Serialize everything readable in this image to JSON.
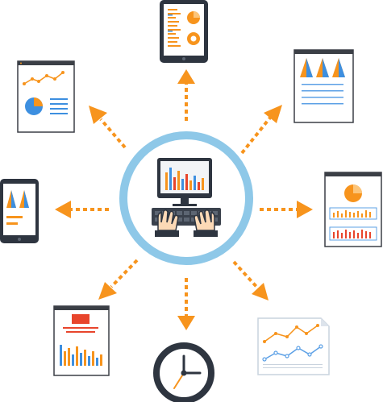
{
  "diagram": {
    "center": {
      "icon": "computer-typing-icon"
    },
    "satellites": [
      {
        "name": "top-tablet-report",
        "icon": "tablet-report-icon"
      },
      {
        "name": "top-right-document",
        "icon": "triangle-chart-document-icon"
      },
      {
        "name": "right-document",
        "icon": "pie-bar-document-icon"
      },
      {
        "name": "bottom-right-document",
        "icon": "line-chart-paper-icon"
      },
      {
        "name": "bottom-clock",
        "icon": "clock-icon"
      },
      {
        "name": "bottom-left-document",
        "icon": "bar-chart-document-icon"
      },
      {
        "name": "left-tablet",
        "icon": "tablet-triangle-chart-icon"
      },
      {
        "name": "top-left-document",
        "icon": "line-pie-document-icon"
      }
    ],
    "colors": {
      "orange": "#F7941D",
      "dark": "#2E3540",
      "ring_blue": "#8EC8E8",
      "chart_blue": "#3D8FE0",
      "chart_red": "#E8452C",
      "doc_border": "#3B3F46",
      "line_blue": "#5CA0E6"
    }
  }
}
